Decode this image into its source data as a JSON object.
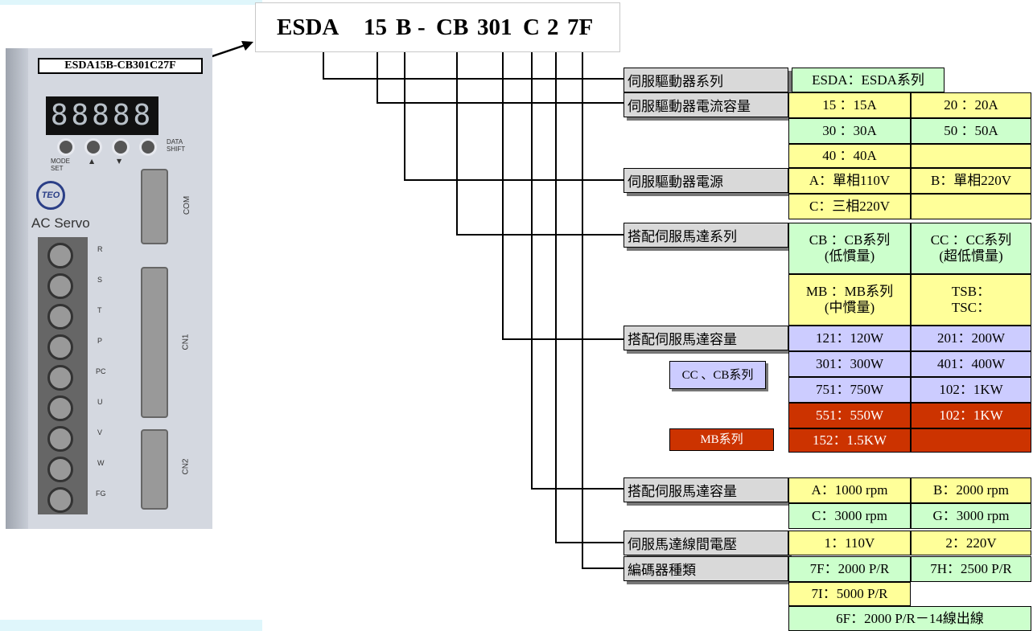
{
  "model_code": {
    "segments": [
      "ESDA",
      "15",
      "B",
      "-",
      "CB",
      "301",
      "C",
      "2",
      "7F"
    ]
  },
  "device": {
    "model_label": "ESDA15B-CB301C27F",
    "display_digits": "88888",
    "data_shift_label": "DATA\nSHIFT",
    "mode_set_label": "MODE\nSET",
    "up_label": "▲",
    "down_label": "▼",
    "brand_logo": "TEO",
    "product_name": "AC Servo",
    "port_com": "COM",
    "port_cn1": "CN1",
    "port_cn2": "CN2",
    "terminals": [
      "R",
      "S",
      "T",
      "P",
      "PC",
      "U",
      "V",
      "W",
      "FG"
    ]
  },
  "table": {
    "rows": [
      {
        "label": "伺服驅動器系列",
        "cells": [
          [
            "ESDA：ESDA系列"
          ]
        ]
      },
      {
        "label": "伺服驅動器電流容量",
        "cells": [
          [
            "15 ：15A",
            "20 ：20A"
          ],
          [
            "30 ：30A",
            "50 ：50A"
          ],
          [
            "40 ：40A",
            ""
          ]
        ]
      },
      {
        "label": "伺服驅動器電源",
        "cells": [
          [
            "A：單相110V",
            "B：單相220V"
          ],
          [
            "C：三相220V",
            ""
          ]
        ]
      },
      {
        "label": "搭配伺服馬達系列",
        "cells": [
          [
            "CB ：CB系列\n(低慣量)",
            "CC ：CC系列\n(超低慣量)"
          ],
          [
            "MB ：MB系列\n(中慣量)",
            "TSB：\nTSC："
          ]
        ]
      },
      {
        "label": "搭配伺服馬達容量",
        "cells": [
          [
            "121：120W",
            "201：200W"
          ],
          [
            "301：300W",
            "401：400W"
          ],
          [
            "751：750W",
            "102：1KW"
          ],
          [
            "551：550W",
            "102：1KW"
          ],
          [
            "152：1.5KW",
            ""
          ]
        ]
      },
      {
        "label": "搭配伺服馬達容量",
        "cells": [
          [
            "A：1000 rpm",
            "B：2000 rpm"
          ],
          [
            "C：3000 rpm",
            "G：3000 rpm"
          ]
        ]
      },
      {
        "label": "伺服馬達線間電壓",
        "cells": [
          [
            "1：110V",
            "2：220V"
          ]
        ]
      },
      {
        "label": "編碼器種類",
        "cells": [
          [
            "7F：2000 P/R",
            "7H：2500 P/R"
          ],
          [
            "7I：5000 P/R",
            ""
          ],
          [
            "6F：2000 P/R－14線出線"
          ]
        ]
      }
    ],
    "note_cc_cb": "CC 、CB系列",
    "note_mb": "MB系列"
  },
  "colors": {
    "yellow": "#ffff99",
    "green": "#ccffcc",
    "lavender": "#ccccff",
    "red": "#cc3300",
    "label_gray": "#d9d9d9"
  }
}
